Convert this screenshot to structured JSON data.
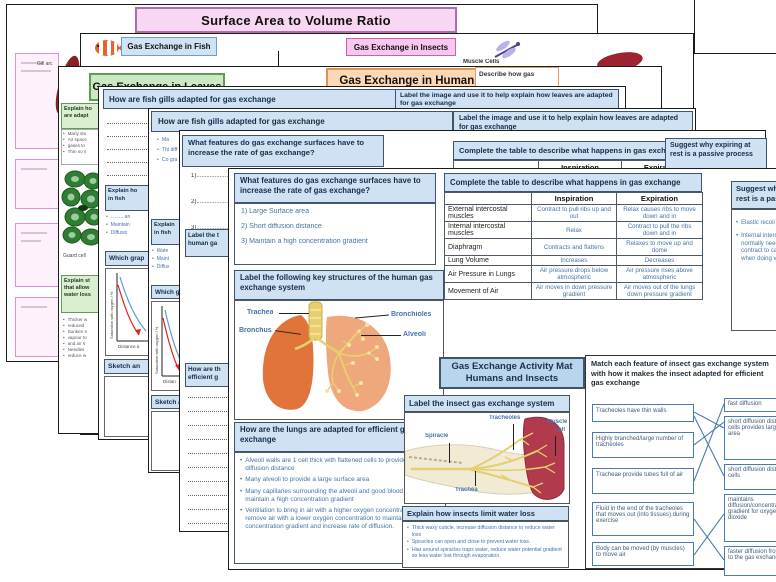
{
  "colors": {
    "header_blue": "#cfe1f3",
    "answer_blue": "#4573a9",
    "title_blue": "#b9d5ec",
    "pink": "#f8d7f2",
    "green": "#cde8c4",
    "orange": "#fcd8b4",
    "insect_pink": "#f8c7ee",
    "fish_blue": "#cfe3f4"
  },
  "pages": {
    "sav": {
      "title": "Surface Area to Volume Ratio"
    },
    "fish": {
      "fish_label": "Gas Exchange in Fish",
      "insects_label": "Gas Exchange in Insects",
      "gill_arch_label": "Gill arc",
      "muscle_cells_label": "Muscle Cells"
    },
    "leaves": {
      "leaves_label": "Gas Exchange in Leaves",
      "humans_label": "Gas Exchange in Humans",
      "describe_frag": "Describe how gas",
      "explain_frag_1": "Explain ho",
      "explain_frag_2": "are adapt",
      "leaf_bullets": [
        "Many sto",
        "Air space",
        "gases to",
        "Thin so s"
      ],
      "guard_cell": "Guard cell",
      "waterloss_frag_1": "Explain st",
      "waterloss_frag_2": "that allow",
      "waterloss_frag_3": "water loss",
      "waterloss_bullets": [
        "Thicker w",
        "reduced",
        "Sunken s",
        "vapour to",
        "and air s",
        "Needles",
        "reduce w"
      ]
    },
    "q1": {
      "fish_gills_header": "How are fish gills adapted for gas exchange",
      "label_image_header": "Label the image and use it to help explain how leaves are adapted for gas exchange",
      "explain_fish_1": "Explain ho",
      "explain_fish_2": "in fish",
      "explain_bullets": [
        "......... an",
        "Maintain",
        "Diffusio"
      ],
      "which_graph": "Which grap",
      "sketch": "Sketch an",
      "axis_y": "Saturation with oxygen / %",
      "axis_x": "Distance a"
    },
    "q2": {
      "fish_gills_header": "How are fish gills adapted for gas exchange",
      "gills_bullets": [
        "Ma",
        "Thi diff",
        "Co gra"
      ],
      "label_image_header": "Label the image and use it to help explain how leaves are adapted for gas exchange",
      "explain_fish_1": "Explain",
      "explain_fish_2": "in fish",
      "explain_bullets": [
        "Wate",
        "Maint",
        "Diffus"
      ],
      "which_graph": "Which g",
      "sketch": "Sketch a",
      "axis_y": "Saturation with oxygen / %",
      "axis_x": "Distan"
    },
    "q3": {
      "what_features_header": "What features do gas exchange surfaces have to increase the rate of gas exchange?",
      "blanks": [
        "1)....................",
        "2)....................",
        "3)...................."
      ],
      "label_frag_1": "Label the t",
      "label_frag_2": "human ga",
      "table_header": "Complete the table to describe what happens in gas exchange",
      "inspiration": "Inspiration",
      "expiration": "Expiration",
      "suggest_header": "Suggest why expiring at rest is a passive process",
      "lungs_q_frag_1": "How are th",
      "lungs_q_frag_2": "efficient g"
    },
    "front": {
      "what_features": {
        "header": "What features do gas exchange surfaces have to increase the rate of gas exchange?",
        "answers": [
          "1)   Large Surface area",
          "2) Short diffusion distance",
          "3) Maintain a high concentration gradient"
        ]
      },
      "label_structures": {
        "header": "Label the following key structures of the human gas exchange system",
        "trachea": "Trachea",
        "bronchus": "Bronchus",
        "bronchioles": "Bronchioles",
        "alveoli": "Alveoli"
      },
      "lungs_adapted": {
        "header": "How are the lungs are adapted for efficient gas exchange",
        "bullets": [
          "Alveoli walls are 1 cell thick with flattened cells to provide a short diffusion distance",
          "Many alveoli to provide a large surface area",
          "Many capillaries surrounding the alveoli and good blood supply to maintain a high concentration gradient",
          "Ventilation to bring in air with a higher oxygen concentration and remove air with a lower oxygen concentration to maintain a higher concentration gradient and increase rate of diffusion."
        ]
      },
      "table": {
        "header": "Complete the table to describe what happens in gas exchange",
        "col_inspiration": "Inspiration",
        "col_expiration": "Expiration",
        "rows": [
          {
            "label": "External intercostal muscles",
            "inspiration": "Contract to pull ribs up and out",
            "expiration": "Relax causes ribs to move down and in"
          },
          {
            "label": "Internal intercostal muscles",
            "inspiration": "Relax",
            "expiration": "Contract to pull the ribs down and in"
          },
          {
            "label": "Diaphragm",
            "inspiration": "Contracts and flattens",
            "expiration": "Relaxes to move up and dome"
          },
          {
            "label": "Lung Volume",
            "inspiration": "Increases",
            "expiration": "Decreases"
          },
          {
            "label": "Air Pressure in Lungs",
            "inspiration": "Air pressure drops below atmospheric",
            "expiration": "Air pressure rises above atmospheric"
          },
          {
            "label": "Movement of Air",
            "inspiration": "Air moves in down pressure gradient",
            "expiration": "Air moves out of the lungs down pressure gradient"
          }
        ]
      },
      "suggest": {
        "header": "Suggest why expiring at rest is a passive process",
        "bullets": [
          "Elastic recoil in lungs aids expiration",
          "Internal intercostal muscles do not normally need to contract – only contract to cause forced expiration when doing vigorous exercise."
        ]
      },
      "activity_title_1": "Gas Exchange Activity Mat",
      "activity_title_2": "Humans and Insects",
      "insect": {
        "header": "Label the insect gas exchange system",
        "tracheoles": "Tracheoles",
        "muscle_cell_1": "Muscle",
        "muscle_cell_2": "cell",
        "spiracle": "Spiracle",
        "trachea": "Trachea"
      },
      "water_loss": {
        "header": "Explain how insects limit water loss",
        "bullets": [
          "Thick waxy cuticle, increase diffusion distance to reduce water loss",
          "Spiracles can open and close to prevent water loss.",
          "Hiar around spiracles traps water, reduce water potential gradient so less water lost through evaporation."
        ]
      },
      "match": {
        "header": "Match each feature of insect gas exchange system with how it makes the insect adapted for efficient gas exchange",
        "left": [
          "Tracheoles have thin walls",
          "Highly branched/large number of tracheoles",
          "Tracheae provide tubes full of air",
          "Fluid in the end of the tracheoles that moves out (into tissues) during exercise",
          "Body can be moved (by muscles) to move air"
        ],
        "right": [
          "fast diffusion",
          "short diffusion distance to cells provides large surface area",
          "short diffusion distance to cells",
          "maintains diffusion/concentration gradient for oxygen/carbon dioxide",
          "faster diffusion from the air to the gas exchange surface"
        ]
      }
    }
  }
}
